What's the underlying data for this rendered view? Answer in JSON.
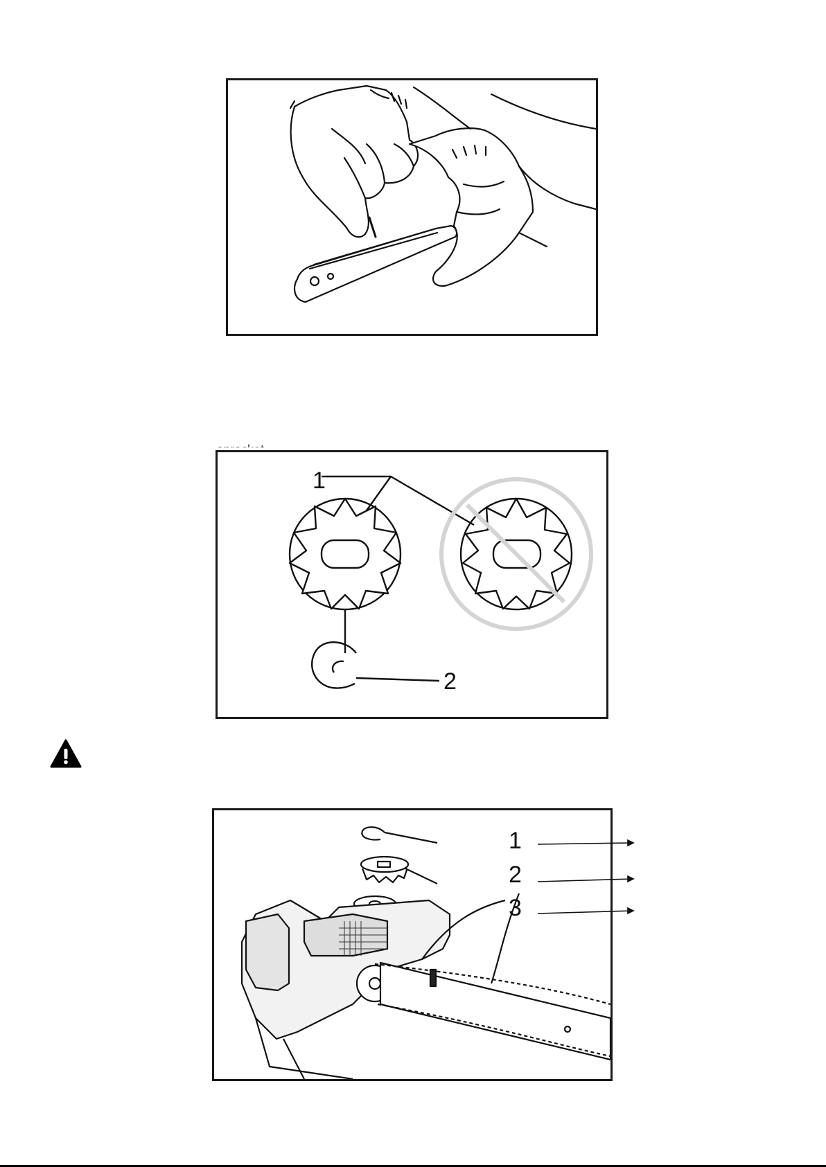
{
  "figure_top": {
    "icon": "hand-holding-guide-bar-illustration"
  },
  "figure_sprocket": {
    "cropped_caption": "sprocket",
    "callouts": [
      "1",
      "2"
    ],
    "icons": [
      "sprocket-ok-icon",
      "sprocket-worn-prohibited-icon",
      "circlip-icon"
    ]
  },
  "warning": {
    "icon": "warning-triangle-icon"
  },
  "figure_assembly": {
    "callouts": [
      "1",
      "2",
      "3"
    ],
    "icons": [
      "circlip-icon",
      "sprocket-icon",
      "washer-icon",
      "chainsaw-body-icon",
      "arrow-right-icon"
    ]
  }
}
